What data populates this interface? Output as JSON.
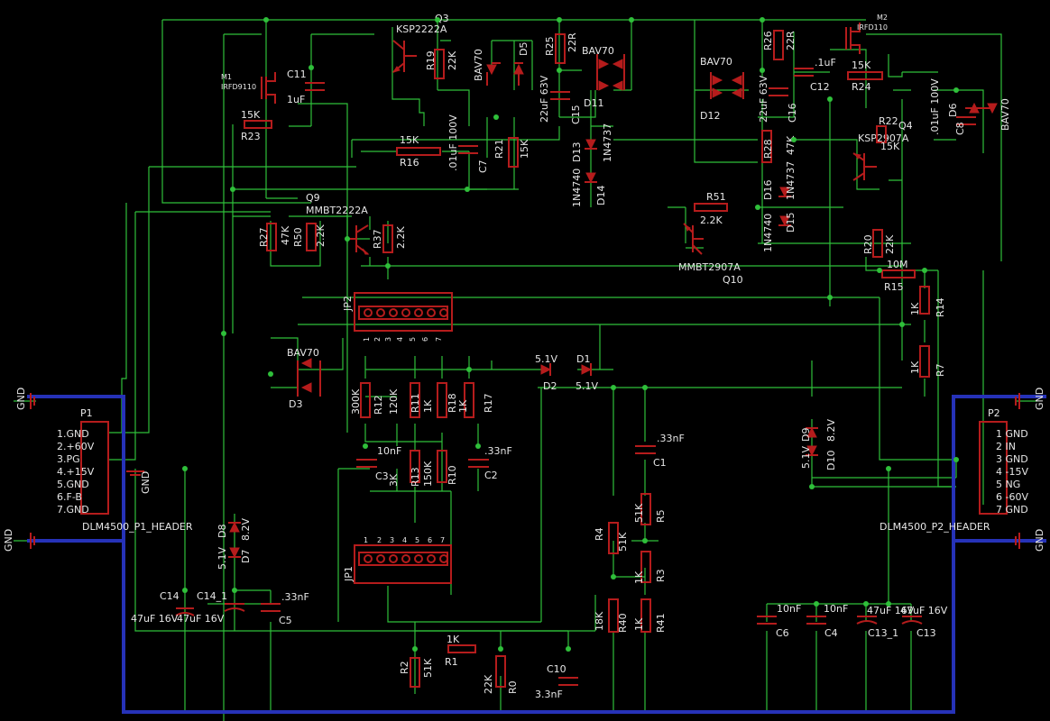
{
  "colors": {
    "background": "#000000",
    "wire": "#2fbf3a",
    "bus": "#2632b8",
    "part": "#b51c1c",
    "text": "#e6e6e6"
  },
  "headers": {
    "p1": {
      "name": "P1",
      "title": "DLM4500_P1_HEADER",
      "pins": [
        "1.GND",
        "2.+60V",
        "3.PG",
        "4.+15V",
        "5.GND",
        "6.F-B",
        "7.GND"
      ]
    },
    "p2": {
      "name": "P2",
      "title": "DLM4500_P2_HEADER",
      "pins": [
        "1 GND",
        "2 IN",
        "3 GND",
        "4 -15V",
        "5 NG",
        "6 -60V",
        "7 GND"
      ]
    }
  },
  "gnd": [
    "GND",
    "GND",
    "GND",
    "GND",
    "GND"
  ],
  "transistors": {
    "q3": {
      "ref": "Q3",
      "part": "KSP2222A"
    },
    "q9": {
      "ref": "Q9",
      "part": "MMBT2222A"
    },
    "q10": {
      "ref": "Q10",
      "part": "MMBT2907A"
    },
    "q4": {
      "ref": "Q4",
      "part": "KSP2907A"
    },
    "m1": {
      "ref": "M1",
      "part": "IRFD9110"
    },
    "m2": {
      "ref": "M2",
      "part": "IRFD110"
    }
  },
  "resistors": {
    "r23": {
      "ref": "R23",
      "value": "15K"
    },
    "r19": {
      "ref": "R19",
      "value": "22K"
    },
    "r25": {
      "ref": "R25",
      "value": "22R"
    },
    "r26": {
      "ref": "R26",
      "value": "22R"
    },
    "r24": {
      "ref": "R24",
      "value": "15K"
    },
    "r16": {
      "ref": "R16",
      "value": "15K"
    },
    "r21": {
      "ref": "R21",
      "value": "15K"
    },
    "r28": {
      "ref": "R28",
      "value": "47K"
    },
    "r22": {
      "ref": "R22",
      "value": "15K"
    },
    "r27": {
      "ref": "R27",
      "value": "47K"
    },
    "r50": {
      "ref": "R50",
      "value": "2.2K"
    },
    "r37": {
      "ref": "R37",
      "value": "2.2K"
    },
    "r51": {
      "ref": "R51",
      "value": "2.2K"
    },
    "r20": {
      "ref": "R20",
      "value": "22K"
    },
    "r15": {
      "ref": "R15",
      "value": "10M"
    },
    "r14": {
      "ref": "R14",
      "value": "1K"
    },
    "r7": {
      "ref": "R7",
      "value": "1K"
    },
    "r12": {
      "ref": "R12",
      "value": "300K"
    },
    "r11": {
      "ref": "R11",
      "value": "120K"
    },
    "r18": {
      "ref": "R18",
      "value": "1K"
    },
    "r17": {
      "ref": "R17",
      "value": "1K"
    },
    "r13": {
      "ref": "R13",
      "value": "3K"
    },
    "r10": {
      "ref": "R10",
      "value": "150K"
    },
    "r5": {
      "ref": "R5",
      "value": "51K"
    },
    "r4": {
      "ref": "R4",
      "value": "51K"
    },
    "r3": {
      "ref": "R3",
      "value": "1K"
    },
    "r40": {
      "ref": "R40",
      "value": "18K"
    },
    "r41": {
      "ref": "R41",
      "value": "1K"
    },
    "r1": {
      "ref": "R1",
      "value": "1K"
    },
    "r2": {
      "ref": "R2",
      "value": "51K"
    },
    "r0": {
      "ref": "R0",
      "value": "22K"
    }
  },
  "capacitors": {
    "c11": {
      "ref": "C11",
      "value": "1uF"
    },
    "c7": {
      "ref": "C7",
      "value": ".01uF 100V"
    },
    "c15": {
      "ref": "C15",
      "value": "22uF 63V"
    },
    "c12": {
      "ref": "C12",
      "value": ".1uF"
    },
    "c16": {
      "ref": "C16",
      "value": "22uF 63V"
    },
    "c8": {
      "ref": "C8",
      "value": ".01uF 100V"
    },
    "c3": {
      "ref": "C3",
      "value": "10nF"
    },
    "c2": {
      "ref": "C2",
      "value": ".33nF"
    },
    "c1": {
      "ref": "C1",
      "value": ".33nF"
    },
    "c14": {
      "ref": "C14",
      "value": "47uF 16V"
    },
    "c14_1": {
      "ref": "C14_1",
      "value": "47uF 16V"
    },
    "c5": {
      "ref": "C5",
      "value": ".33nF"
    },
    "c10": {
      "ref": "C10",
      "value": "3.3nF"
    },
    "c6": {
      "ref": "C6",
      "value": "10nF"
    },
    "c4": {
      "ref": "C4",
      "value": "10nF"
    },
    "c13_1": {
      "ref": "C13_1",
      "value": "47uF 16V"
    },
    "c13": {
      "ref": "C13",
      "value": "47uF 16V"
    }
  },
  "diodes": {
    "d5": {
      "ref": "D5",
      "value": "BAV70"
    },
    "d11": {
      "ref": "D11",
      "value": "BAV70"
    },
    "d12": {
      "ref": "D12",
      "value": "BAV70"
    },
    "d6": {
      "ref": "D6",
      "value": "BAV70"
    },
    "d3": {
      "ref": "D3",
      "value": "BAV70"
    },
    "d13": {
      "ref": "D13",
      "value": "1N4737"
    },
    "d14": {
      "ref": "D14",
      "value": "1N4740"
    },
    "d16": {
      "ref": "D16",
      "value": "1N4737"
    },
    "d15": {
      "ref": "D15",
      "value": "1N4740"
    },
    "d2": {
      "ref": "D2",
      "value": "5.1V"
    },
    "d1": {
      "ref": "D1",
      "value": "5.1V"
    },
    "d8": {
      "ref": "D8",
      "value": "8.2V"
    },
    "d7": {
      "ref": "D7",
      "value": "5.1V"
    },
    "d9": {
      "ref": "D9",
      "value": "8.2V"
    },
    "d10": {
      "ref": "D10",
      "value": "5.1V"
    }
  },
  "jumpers": {
    "jp2": {
      "ref": "JP2",
      "pins": [
        "1",
        "2",
        "3",
        "4",
        "5",
        "6",
        "7"
      ]
    },
    "jp1": {
      "ref": "JP1",
      "pins": [
        "1",
        "2",
        "3",
        "4",
        "5",
        "6",
        "7"
      ]
    }
  }
}
